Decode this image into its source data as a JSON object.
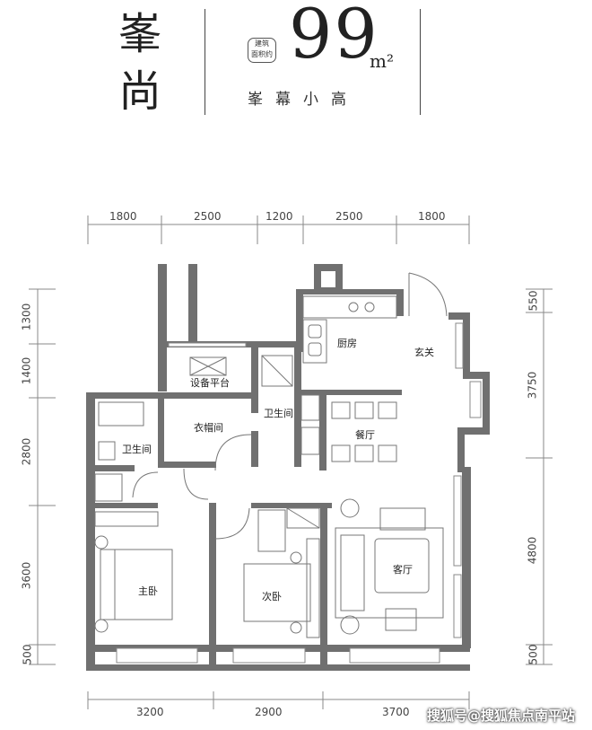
{
  "header": {
    "project_chars": [
      "峯",
      "尚"
    ],
    "tag_line1": "建筑",
    "tag_line2": "面积约",
    "area_value": "99",
    "area_unit": "m²",
    "subtitle": "峯幕小高"
  },
  "dimensions": {
    "top": [
      "1800",
      "2500",
      "1200",
      "2500",
      "1800"
    ],
    "bottom": [
      "3200",
      "2900",
      "3700"
    ],
    "left": [
      "1300",
      "1400",
      "2800",
      "3600",
      "500"
    ],
    "right": [
      "550",
      "3750",
      "4800",
      "500"
    ]
  },
  "rooms": {
    "kitchen": "厨房",
    "foyer": "玄关",
    "equipment_platform": "设备平台",
    "bathroom_center": "卫生间",
    "cloakroom": "衣帽间",
    "bathroom_left": "卫生间",
    "dining": "餐厅",
    "master_bedroom": "主卧",
    "second_bedroom": "次卧",
    "living_room": "客厅"
  },
  "watermark": "搜狐号@搜狐焦点南平站",
  "colors": {
    "wall": "#707070",
    "line": "#888888",
    "text": "#222222"
  }
}
